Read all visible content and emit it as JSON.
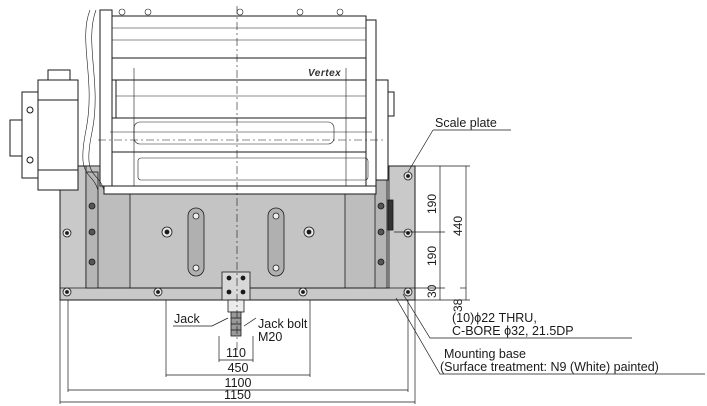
{
  "labels": {
    "scale_plate": "Scale plate",
    "jack": "Jack",
    "jack_bolt": "Jack bolt",
    "jack_bolt_size": "M20",
    "hole_line1": "(10)ϕ22 THRU,",
    "hole_line2": "C-BORE ϕ32, 21.5DP",
    "mounting_base": "Mounting base",
    "surface_treatment": "(Surface treatment: N9 (White) painted)",
    "brand": "Vertex"
  },
  "dimensions": {
    "vertical": [
      "190",
      "440",
      "190",
      "30",
      "38"
    ],
    "horizontal": [
      "110",
      "450",
      "1100",
      "1150"
    ]
  },
  "colors": {
    "base_fill": "#c9c9c9",
    "base_dark": "#a9a9a9",
    "line": "#1a1a1a",
    "machine_fill": "#ffffff"
  }
}
